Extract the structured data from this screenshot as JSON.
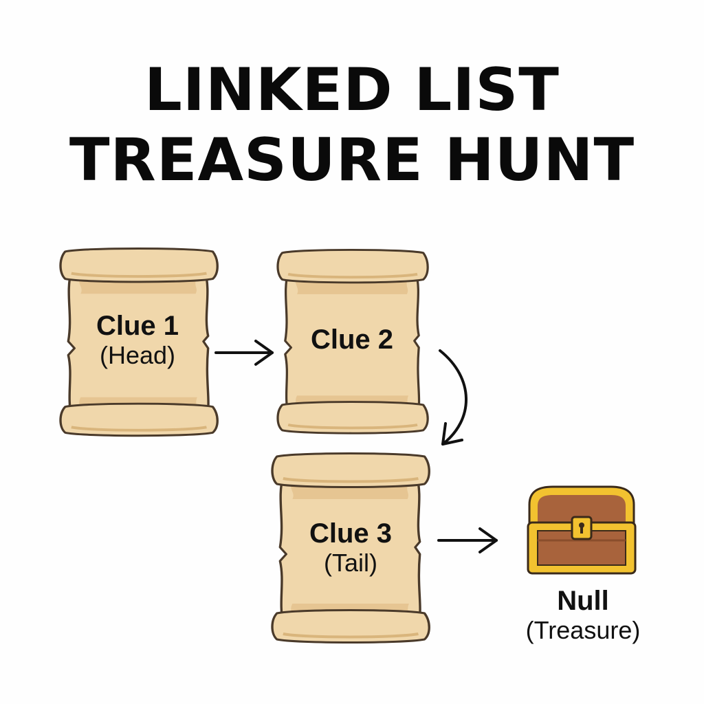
{
  "title": {
    "line1": "LINKED LIST",
    "line2": "TREASURE HUNT"
  },
  "nodes": [
    {
      "label": "Clue 1",
      "sublabel": "(Head)",
      "icon": "scroll-icon"
    },
    {
      "label": "Clue 2",
      "sublabel": "",
      "icon": "scroll-icon"
    },
    {
      "label": "Clue 3",
      "sublabel": "(Tail)",
      "icon": "scroll-icon"
    },
    {
      "label": "Null",
      "sublabel": "(Treasure)",
      "icon": "treasure-chest-icon"
    }
  ],
  "colors": {
    "parchment": "#f0d7ab",
    "parchment_shade": "#e4c38f",
    "outline": "#4a3a2a",
    "chest_gold": "#f2c230",
    "chest_wood": "#a8633c",
    "arrow": "#111111"
  }
}
